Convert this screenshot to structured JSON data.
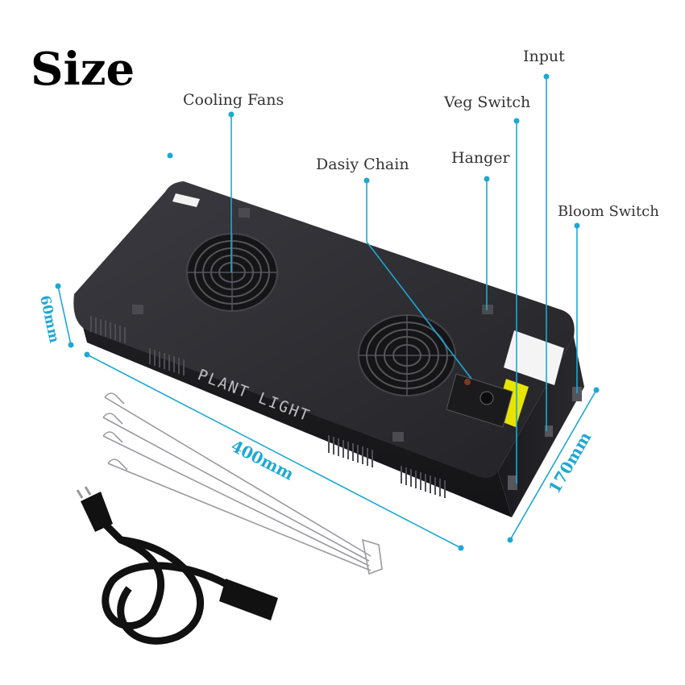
{
  "title": "Size",
  "labels": {
    "cooling_fans": "Cooling Fans",
    "daisy_chain": "Dasiy Chain",
    "hanger": "Hanger",
    "veg_switch": "Veg Switch",
    "input": "Input",
    "bloom_switch": "Bloom Switch"
  },
  "device_text": "PLANT LIGHT",
  "dimensions": {
    "length": "400mm",
    "width": "170mm",
    "height": "60mm"
  },
  "colors": {
    "accent": "#1da8d4",
    "body": "#2b2b30",
    "text": "#333333"
  },
  "icons": [
    "fan-icon",
    "power-cord",
    "hanging-wires",
    "socket-panel"
  ]
}
